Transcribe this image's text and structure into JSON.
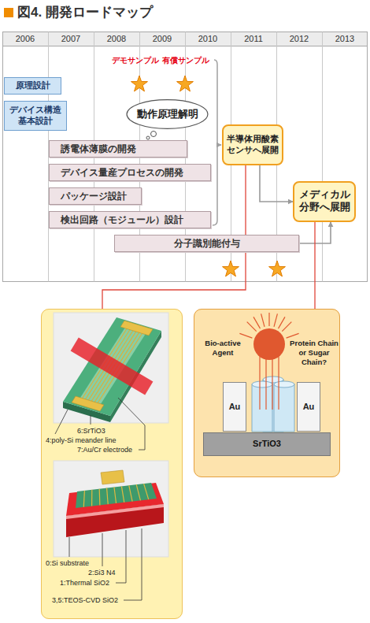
{
  "diagram": {
    "title": "図4. 開発ロードマップ",
    "nodes": [
      {
        "text": [
          "原理設計"
        ]
      },
      {
        "text": [
          "デバイス構造 基本設計"
        ]
      },
      {
        "text": [
          "動作原理解明"
        ]
      },
      {
        "text": [
          "誘電体薄膜の開発"
        ]
      },
      {
        "text": [
          "デバイス量産プロセスの開発"
        ]
      },
      {
        "text": [
          "パッケージ設計"
        ]
      },
      {
        "text": [
          "検出回路（モジュール）設計"
        ]
      },
      {
        "text": [
          "半導体用酸素 センサへ展開"
        ]
      },
      {
        "text": [
          "メディカル 分野へ展開"
        ]
      },
      {
        "text": [
          "分子識別能付与"
        ]
      },
      {
        "text": [
          "6:SrTiO3",
          "4:poly-Si meander line",
          "7:Au/Cr electrode",
          "0:Si substrate",
          "2:Si3 N4",
          "1:Thermal SiO2",
          "3,5:TEOS-CVD SiO2"
        ]
      },
      {
        "text": [
          "Bio-active Agent",
          "Protein Chain or Sugar Chain?"
        ]
      },
      {
        "text": [
          "Au"
        ],
        "in": 11
      },
      {
        "text": [
          "Au"
        ],
        "in": 11
      },
      {
        "text": [
          "SrTiO3"
        ],
        "in": 11
      }
    ],
    "edges": [
      {
        "from": 7,
        "to": 8,
        "arrow": "to"
      },
      {
        "from": 9,
        "to": 8,
        "arrow": "to"
      },
      {
        "from": 7,
        "to": 10,
        "arrow": "none"
      },
      {
        "from": 8,
        "to": 11,
        "arrow": "none"
      }
    ],
    "labels": [
      "2006",
      "2007",
      "2008",
      "2009",
      "2010",
      "2011",
      "2012",
      "2013",
      "デモサンプル",
      "有償サンプル"
    ]
  }
}
